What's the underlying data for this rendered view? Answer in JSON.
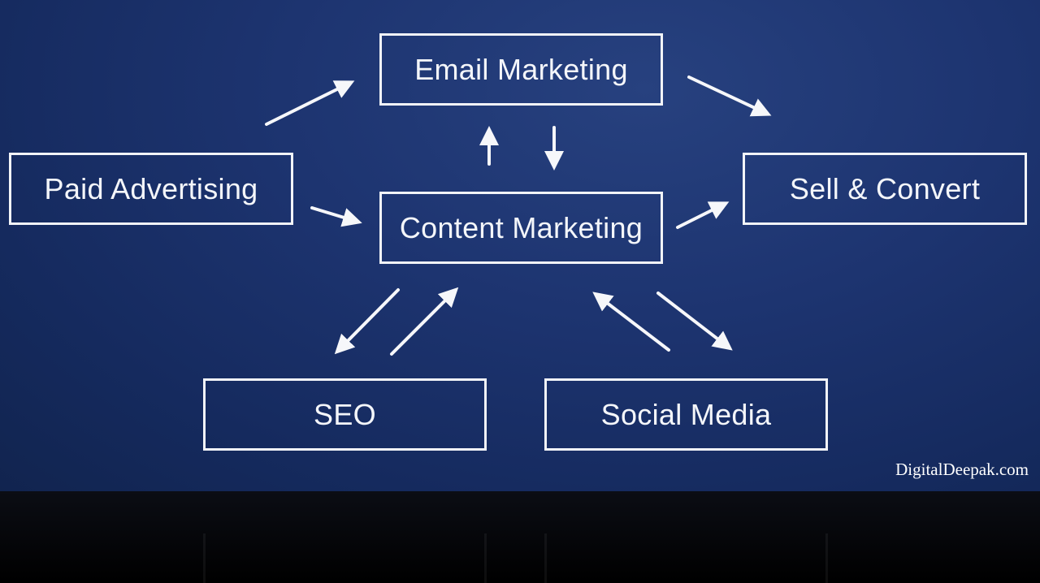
{
  "diagram": {
    "nodes": {
      "email_marketing": "Email Marketing",
      "paid_advertising": "Paid Advertising",
      "content_marketing": "Content Marketing",
      "sell_convert": "Sell & Convert",
      "seo": "SEO",
      "social_media": "Social Media"
    },
    "edges": [
      {
        "from": "paid_advertising",
        "to": "email_marketing"
      },
      {
        "from": "paid_advertising",
        "to": "content_marketing"
      },
      {
        "from": "content_marketing",
        "to": "email_marketing"
      },
      {
        "from": "email_marketing",
        "to": "content_marketing"
      },
      {
        "from": "email_marketing",
        "to": "sell_convert"
      },
      {
        "from": "content_marketing",
        "to": "sell_convert"
      },
      {
        "from": "content_marketing",
        "to": "seo"
      },
      {
        "from": "seo",
        "to": "content_marketing"
      },
      {
        "from": "social_media",
        "to": "content_marketing"
      },
      {
        "from": "content_marketing",
        "to": "social_media"
      }
    ]
  },
  "watermark": "DigitalDeepak.com",
  "colors": {
    "background": "#1d3470",
    "stroke": "#f2f4f8",
    "floor": "#000000"
  }
}
